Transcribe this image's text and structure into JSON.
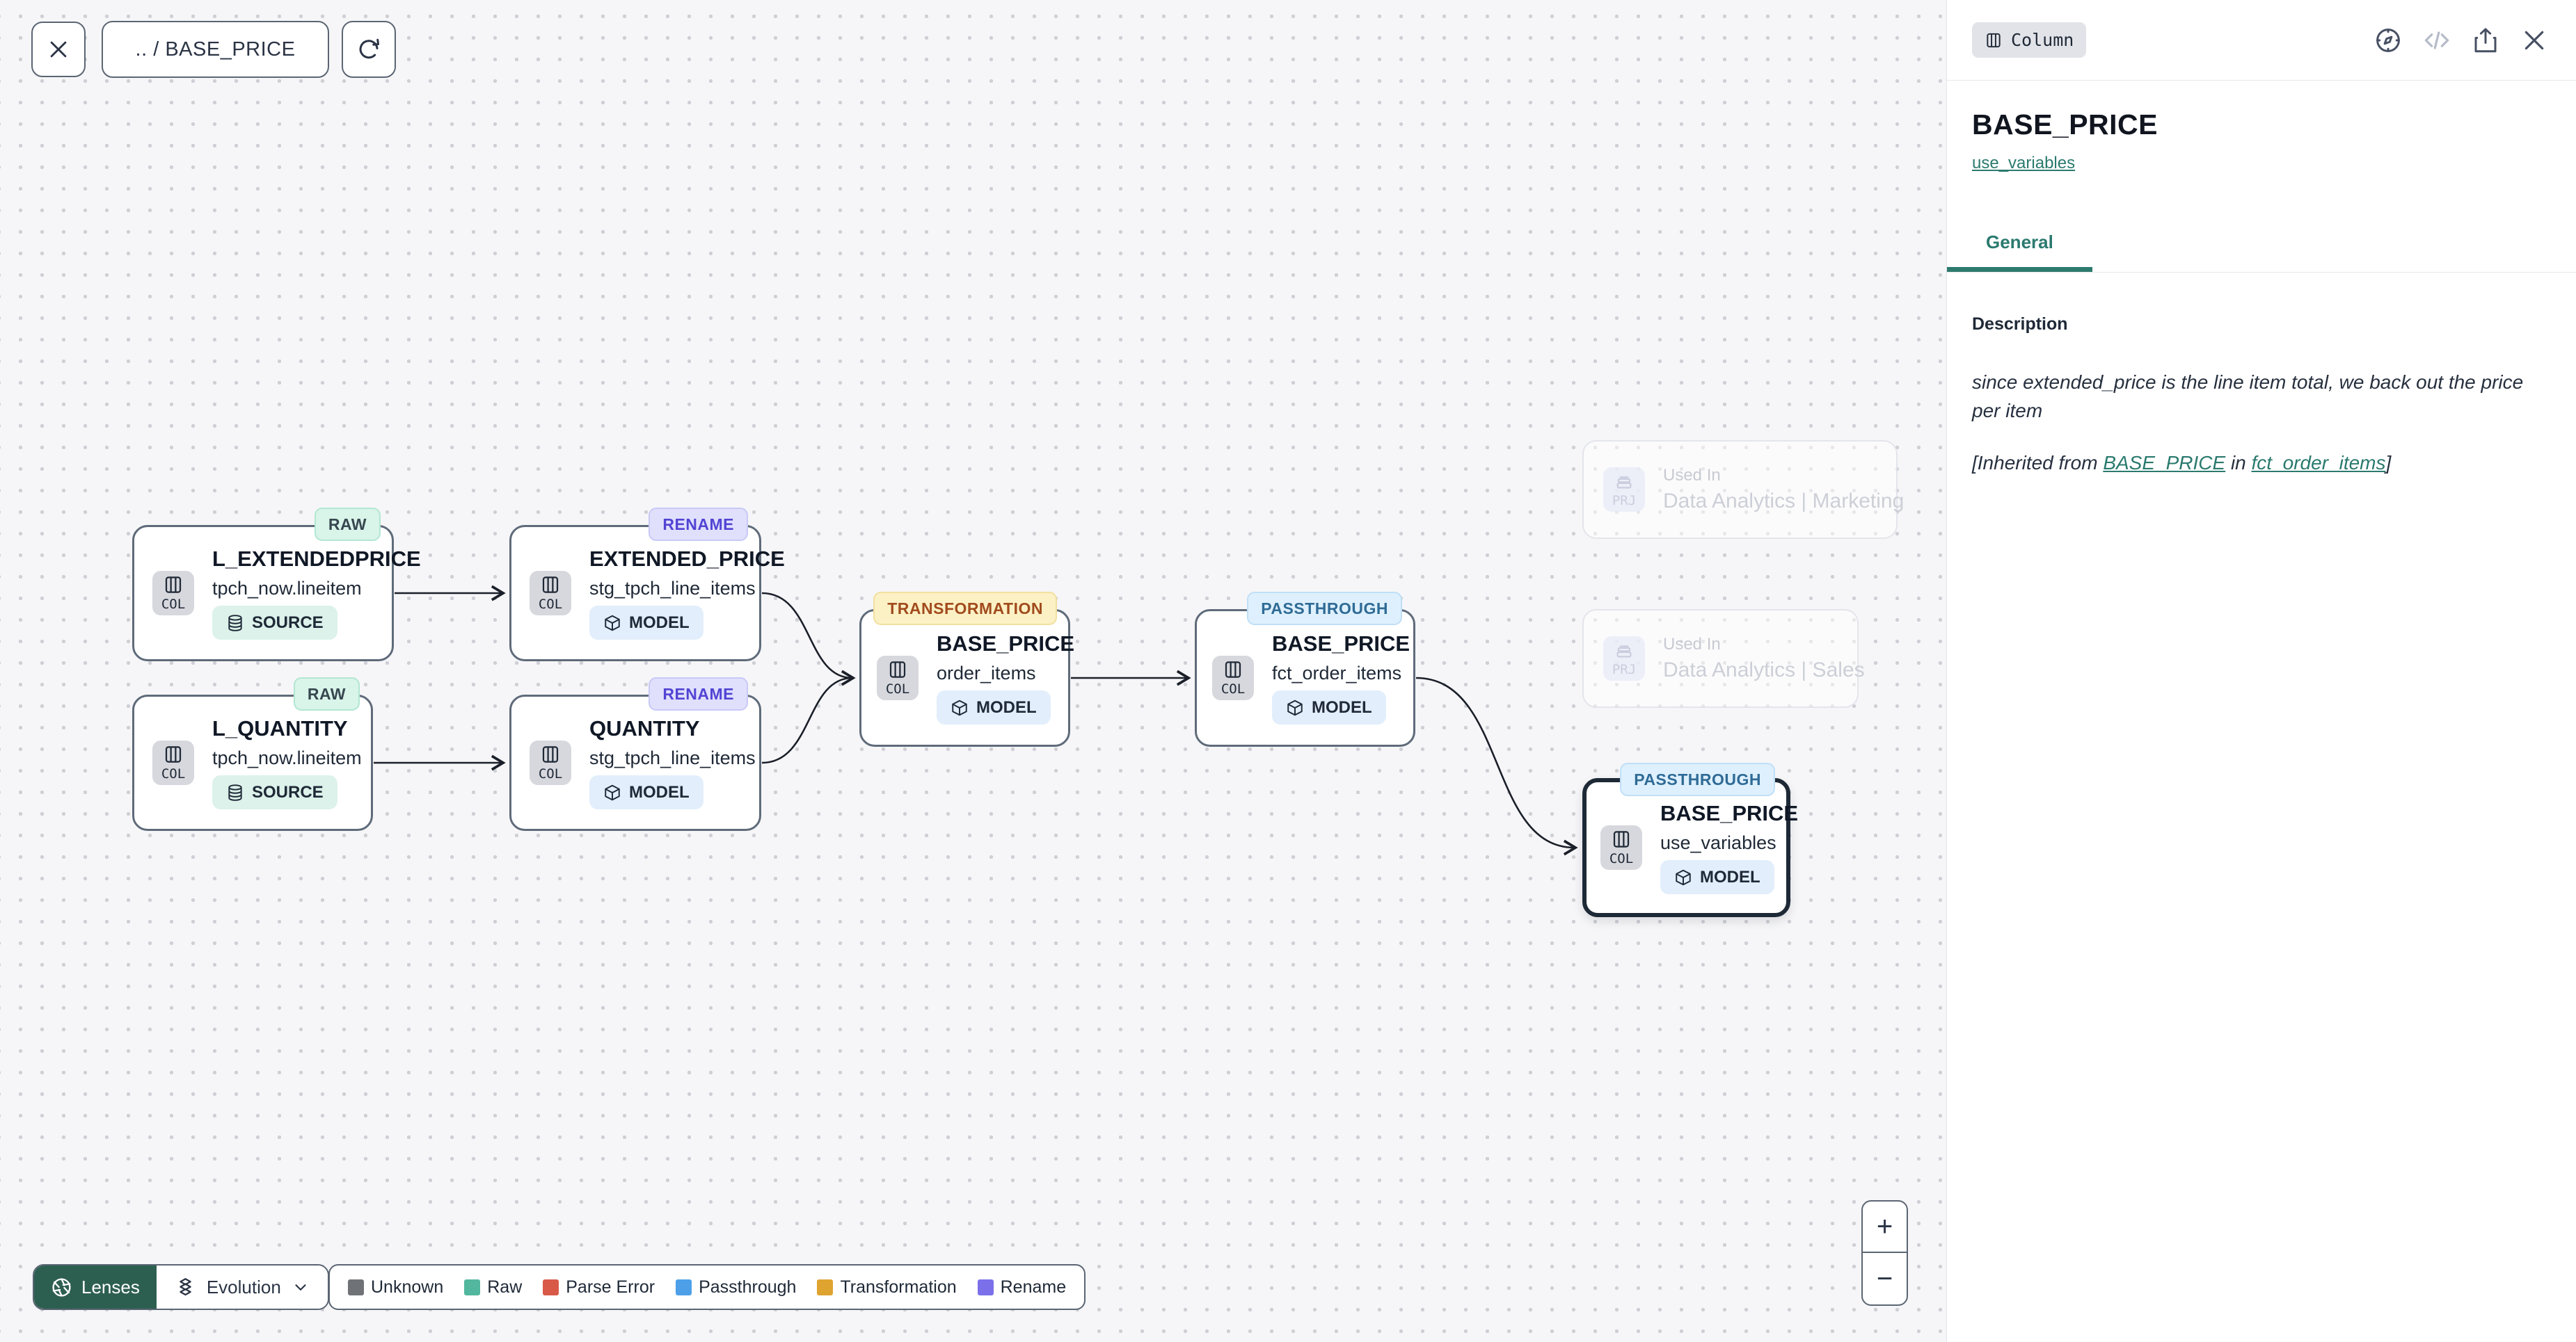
{
  "toolbar": {
    "breadcrumb": ".. / BASE_PRICE"
  },
  "canvas": {
    "nodes": [
      {
        "badge": "RAW",
        "chip": "COL",
        "title": "L_EXTENDEDPRICE",
        "subtitle": "tpch_now.lineitem",
        "tag": "SOURCE"
      },
      {
        "badge": "RENAME",
        "chip": "COL",
        "title": "EXTENDED_PRICE",
        "subtitle": "stg_tpch_line_items",
        "tag": "MODEL"
      },
      {
        "badge": "RAW",
        "chip": "COL",
        "title": "L_QUANTITY",
        "subtitle": "tpch_now.lineitem",
        "tag": "SOURCE"
      },
      {
        "badge": "RENAME",
        "chip": "COL",
        "title": "QUANTITY",
        "subtitle": "stg_tpch_line_items",
        "tag": "MODEL"
      },
      {
        "badge": "TRANSFORMATION",
        "chip": "COL",
        "title": "BASE_PRICE",
        "subtitle": "order_items",
        "tag": "MODEL"
      },
      {
        "badge": "PASSTHROUGH",
        "chip": "COL",
        "title": "BASE_PRICE",
        "subtitle": "fct_order_items",
        "tag": "MODEL"
      },
      {
        "badge": "PASSTHROUGH",
        "chip": "COL",
        "title": "BASE_PRICE",
        "subtitle": "use_variables",
        "tag": "MODEL"
      }
    ],
    "ghost_nodes": [
      {
        "chip": "PRJ",
        "label": "Used In",
        "name": "Data Analytics | Marketing"
      },
      {
        "chip": "PRJ",
        "label": "Used In",
        "name": "Data Analytics | Sales"
      }
    ],
    "zoom_controls": {
      "zoom_in": "+",
      "zoom_out": "−"
    }
  },
  "lenses": {
    "label": "Lenses",
    "selected": "Evolution"
  },
  "legend": {
    "items": [
      {
        "label": "Unknown",
        "color": "#6f7276"
      },
      {
        "label": "Raw",
        "color": "#52b79e"
      },
      {
        "label": "Parse Error",
        "color": "#d95949"
      },
      {
        "label": "Passthrough",
        "color": "#4da0e8"
      },
      {
        "label": "Transformation",
        "color": "#dfa32f"
      },
      {
        "label": "Rename",
        "color": "#7b70ea"
      }
    ]
  },
  "panel": {
    "type_badge": "Column",
    "title": "BASE_PRICE",
    "subtitle_link": "use_variables",
    "tab": "General",
    "description_heading": "Description",
    "description_text": "since extended_price is the line item total, we back out the price per item",
    "inherited_prefix": "[Inherited from ",
    "inherited_link_column": "BASE_PRICE",
    "inherited_middle": " in ",
    "inherited_link_model": "fct_order_items",
    "inherited_suffix": "]"
  },
  "colors": {
    "accent_teal": "#2a7a6e",
    "lenses_green": "#2d5f51",
    "node_border": "#5f6b7a",
    "selected_border": "#1e2936",
    "badge_raw_bg": "#d9f4e9",
    "badge_rename_bg": "#e0e0fc",
    "badge_transformation_bg": "#fcf1c5",
    "badge_passthrough_bg": "#def0fd"
  }
}
